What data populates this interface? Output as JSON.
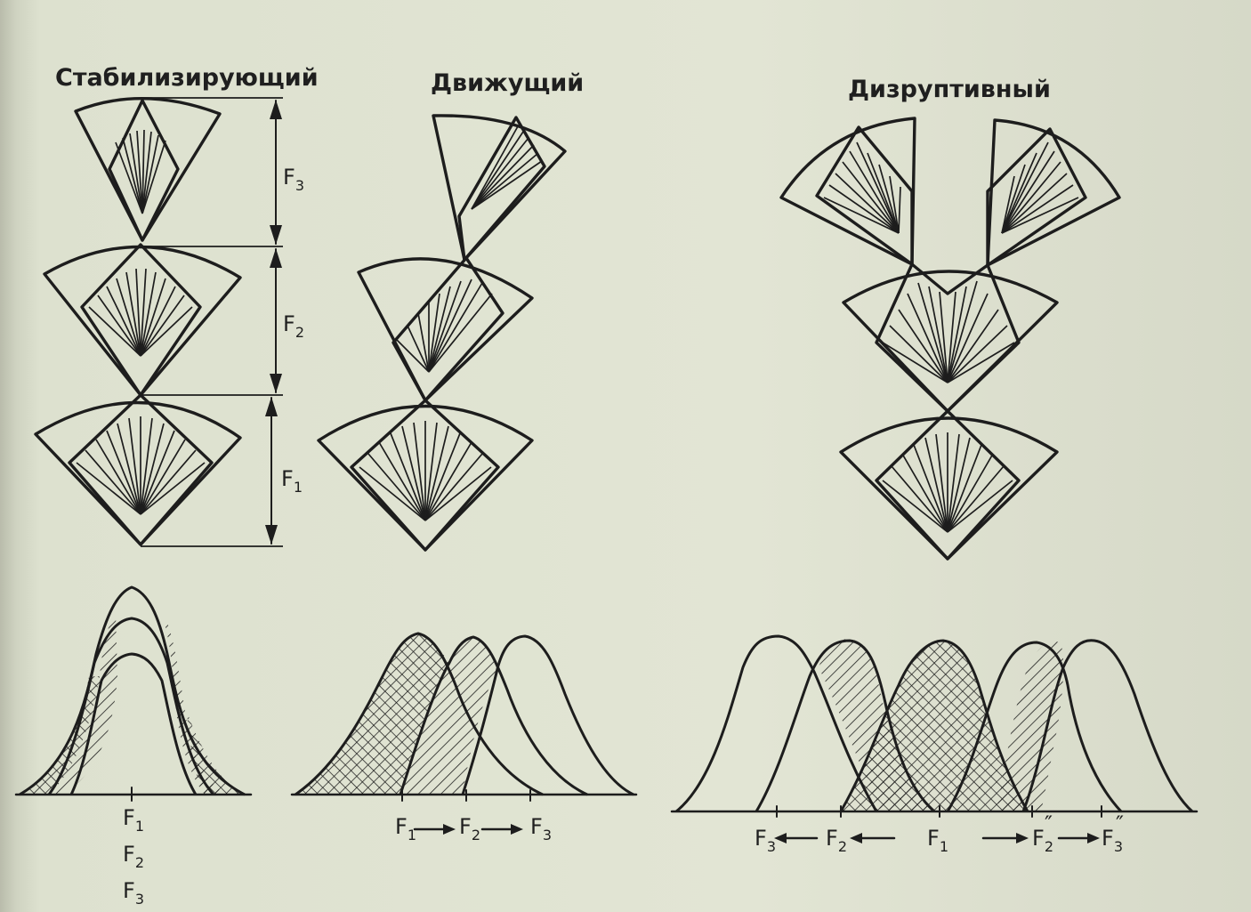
{
  "titles": {
    "stabilizing": "Стабилизирующий",
    "directional": "Движущий",
    "disruptive": "Дизруптивный"
  },
  "generation_labels": {
    "f3": "F",
    "f3_sub": "3",
    "f2": "F",
    "f2_sub": "2",
    "f1": "F",
    "f1_sub": "1"
  },
  "stabilizing_axis": {
    "l1": "F",
    "s1": "1",
    "l2": "F",
    "s2": "2",
    "l3": "F",
    "s3": "3"
  },
  "directional_axis": {
    "l1": "F",
    "s1": "1",
    "l2": "F",
    "s2": "2",
    "l3": "F",
    "s3": "3"
  },
  "disruptive_axis": {
    "l3": "F",
    "s3": "3",
    "l2": "F",
    "s2": "2",
    "l1": "F",
    "s1": "1",
    "l2b": "F",
    "s2b": "2",
    "l3b": "F",
    "s3b": "3",
    "prime": "″"
  },
  "colors": {
    "ink": "#1d1d1d",
    "paper": "#e2e5d4"
  }
}
